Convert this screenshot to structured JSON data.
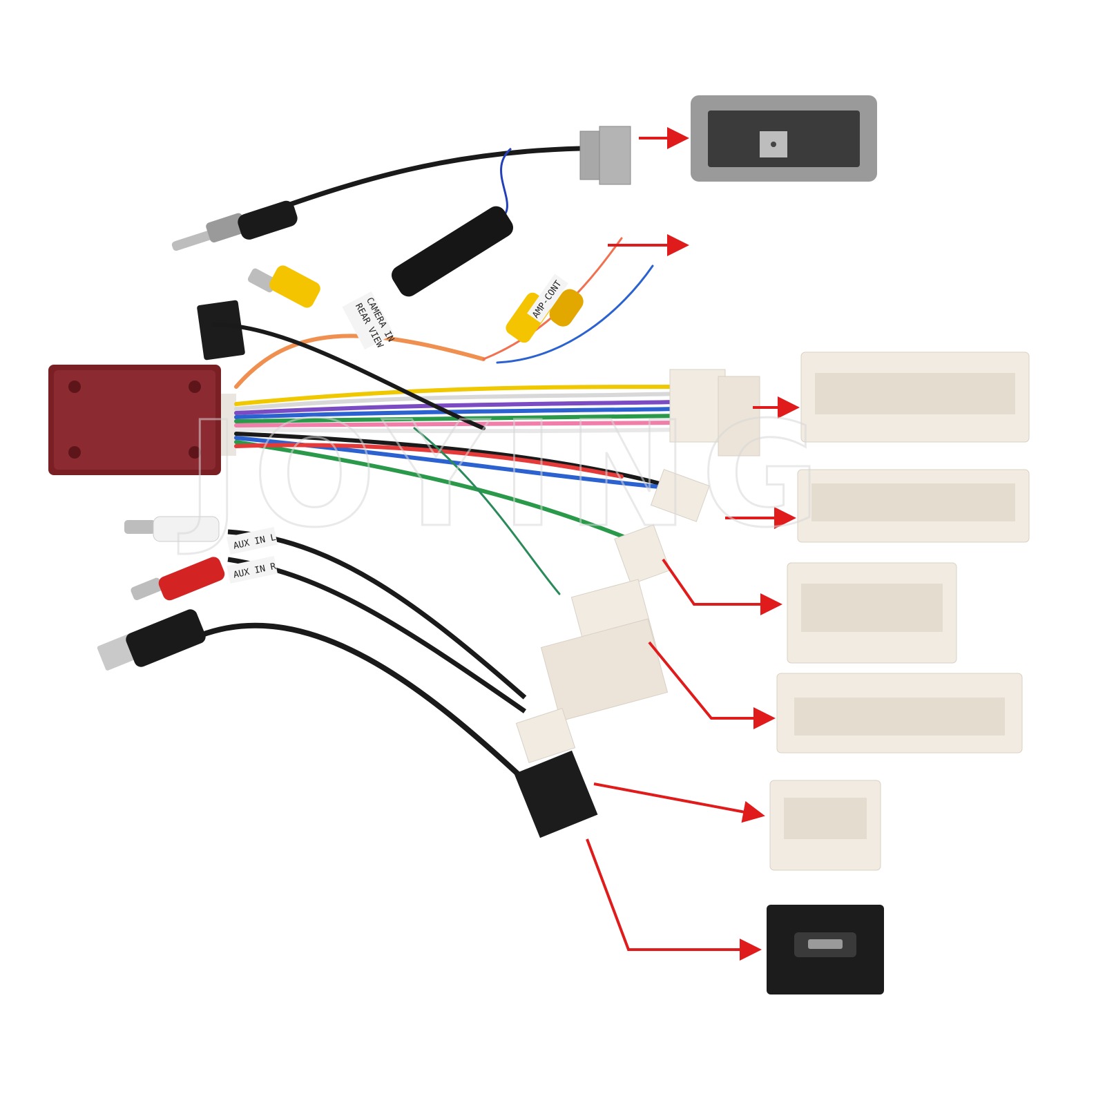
{
  "watermark": "JOYING",
  "cable_tags": {
    "aux_in_l": "AUX IN L",
    "aux_in_r": "AUX IN R",
    "camera_in": "CAMERA IN",
    "rear_view": "REAR VIEW",
    "amp_cont": "AMP-CONT"
  },
  "colors": {
    "arrow": "#e01b1b",
    "connector_white": "#f1ebe2",
    "connector_grey": "#9a9a9a",
    "decoder_box": "#7a1f24",
    "rca_yellow": "#f5c400",
    "rca_red": "#d42323",
    "cable_black": "#1a1a1a"
  },
  "icons": [
    "arrow-icon"
  ]
}
